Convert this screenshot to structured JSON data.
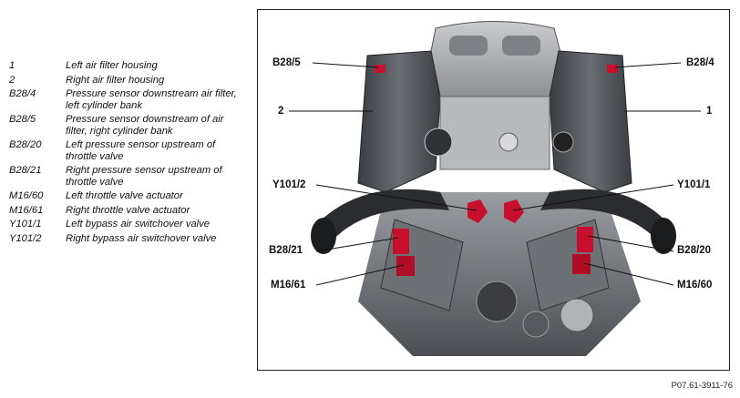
{
  "legend": [
    {
      "code": "1",
      "desc": "Left air filter housing"
    },
    {
      "code": "2",
      "desc": "Right air filter housing"
    },
    {
      "code": "B28/4",
      "desc": "Pressure sensor downstream air filter, left cylinder bank"
    },
    {
      "code": "B28/5",
      "desc": "Pressure sensor downstream of air filter, right cylinder bank"
    },
    {
      "code": "B28/20",
      "desc": "Left pressure sensor upstream of throttle valve"
    },
    {
      "code": "B28/21",
      "desc": "Right pressure sensor upstream of throttle valve"
    },
    {
      "code": "M16/60",
      "desc": "Left throttle valve actuator"
    },
    {
      "code": "M16/61",
      "desc": "Right throttle valve actuator"
    },
    {
      "code": "Y101/1",
      "desc": "Left bypass air switchover valve"
    },
    {
      "code": "Y101/2",
      "desc": "Right bypass air switchover valve"
    }
  ],
  "callouts": {
    "b28_5": "B28/5",
    "b28_4": "B28/4",
    "c2": "2",
    "c1": "1",
    "y101_2": "Y101/2",
    "y101_1": "Y101/1",
    "b28_21": "B28/21",
    "b28_20": "B28/20",
    "m16_61": "M16/61",
    "m16_60": "M16/60"
  },
  "figure_id": "P07.61-3911-76",
  "colors": {
    "highlight": "#c8102e",
    "engine_gray": "#8a8d90"
  }
}
